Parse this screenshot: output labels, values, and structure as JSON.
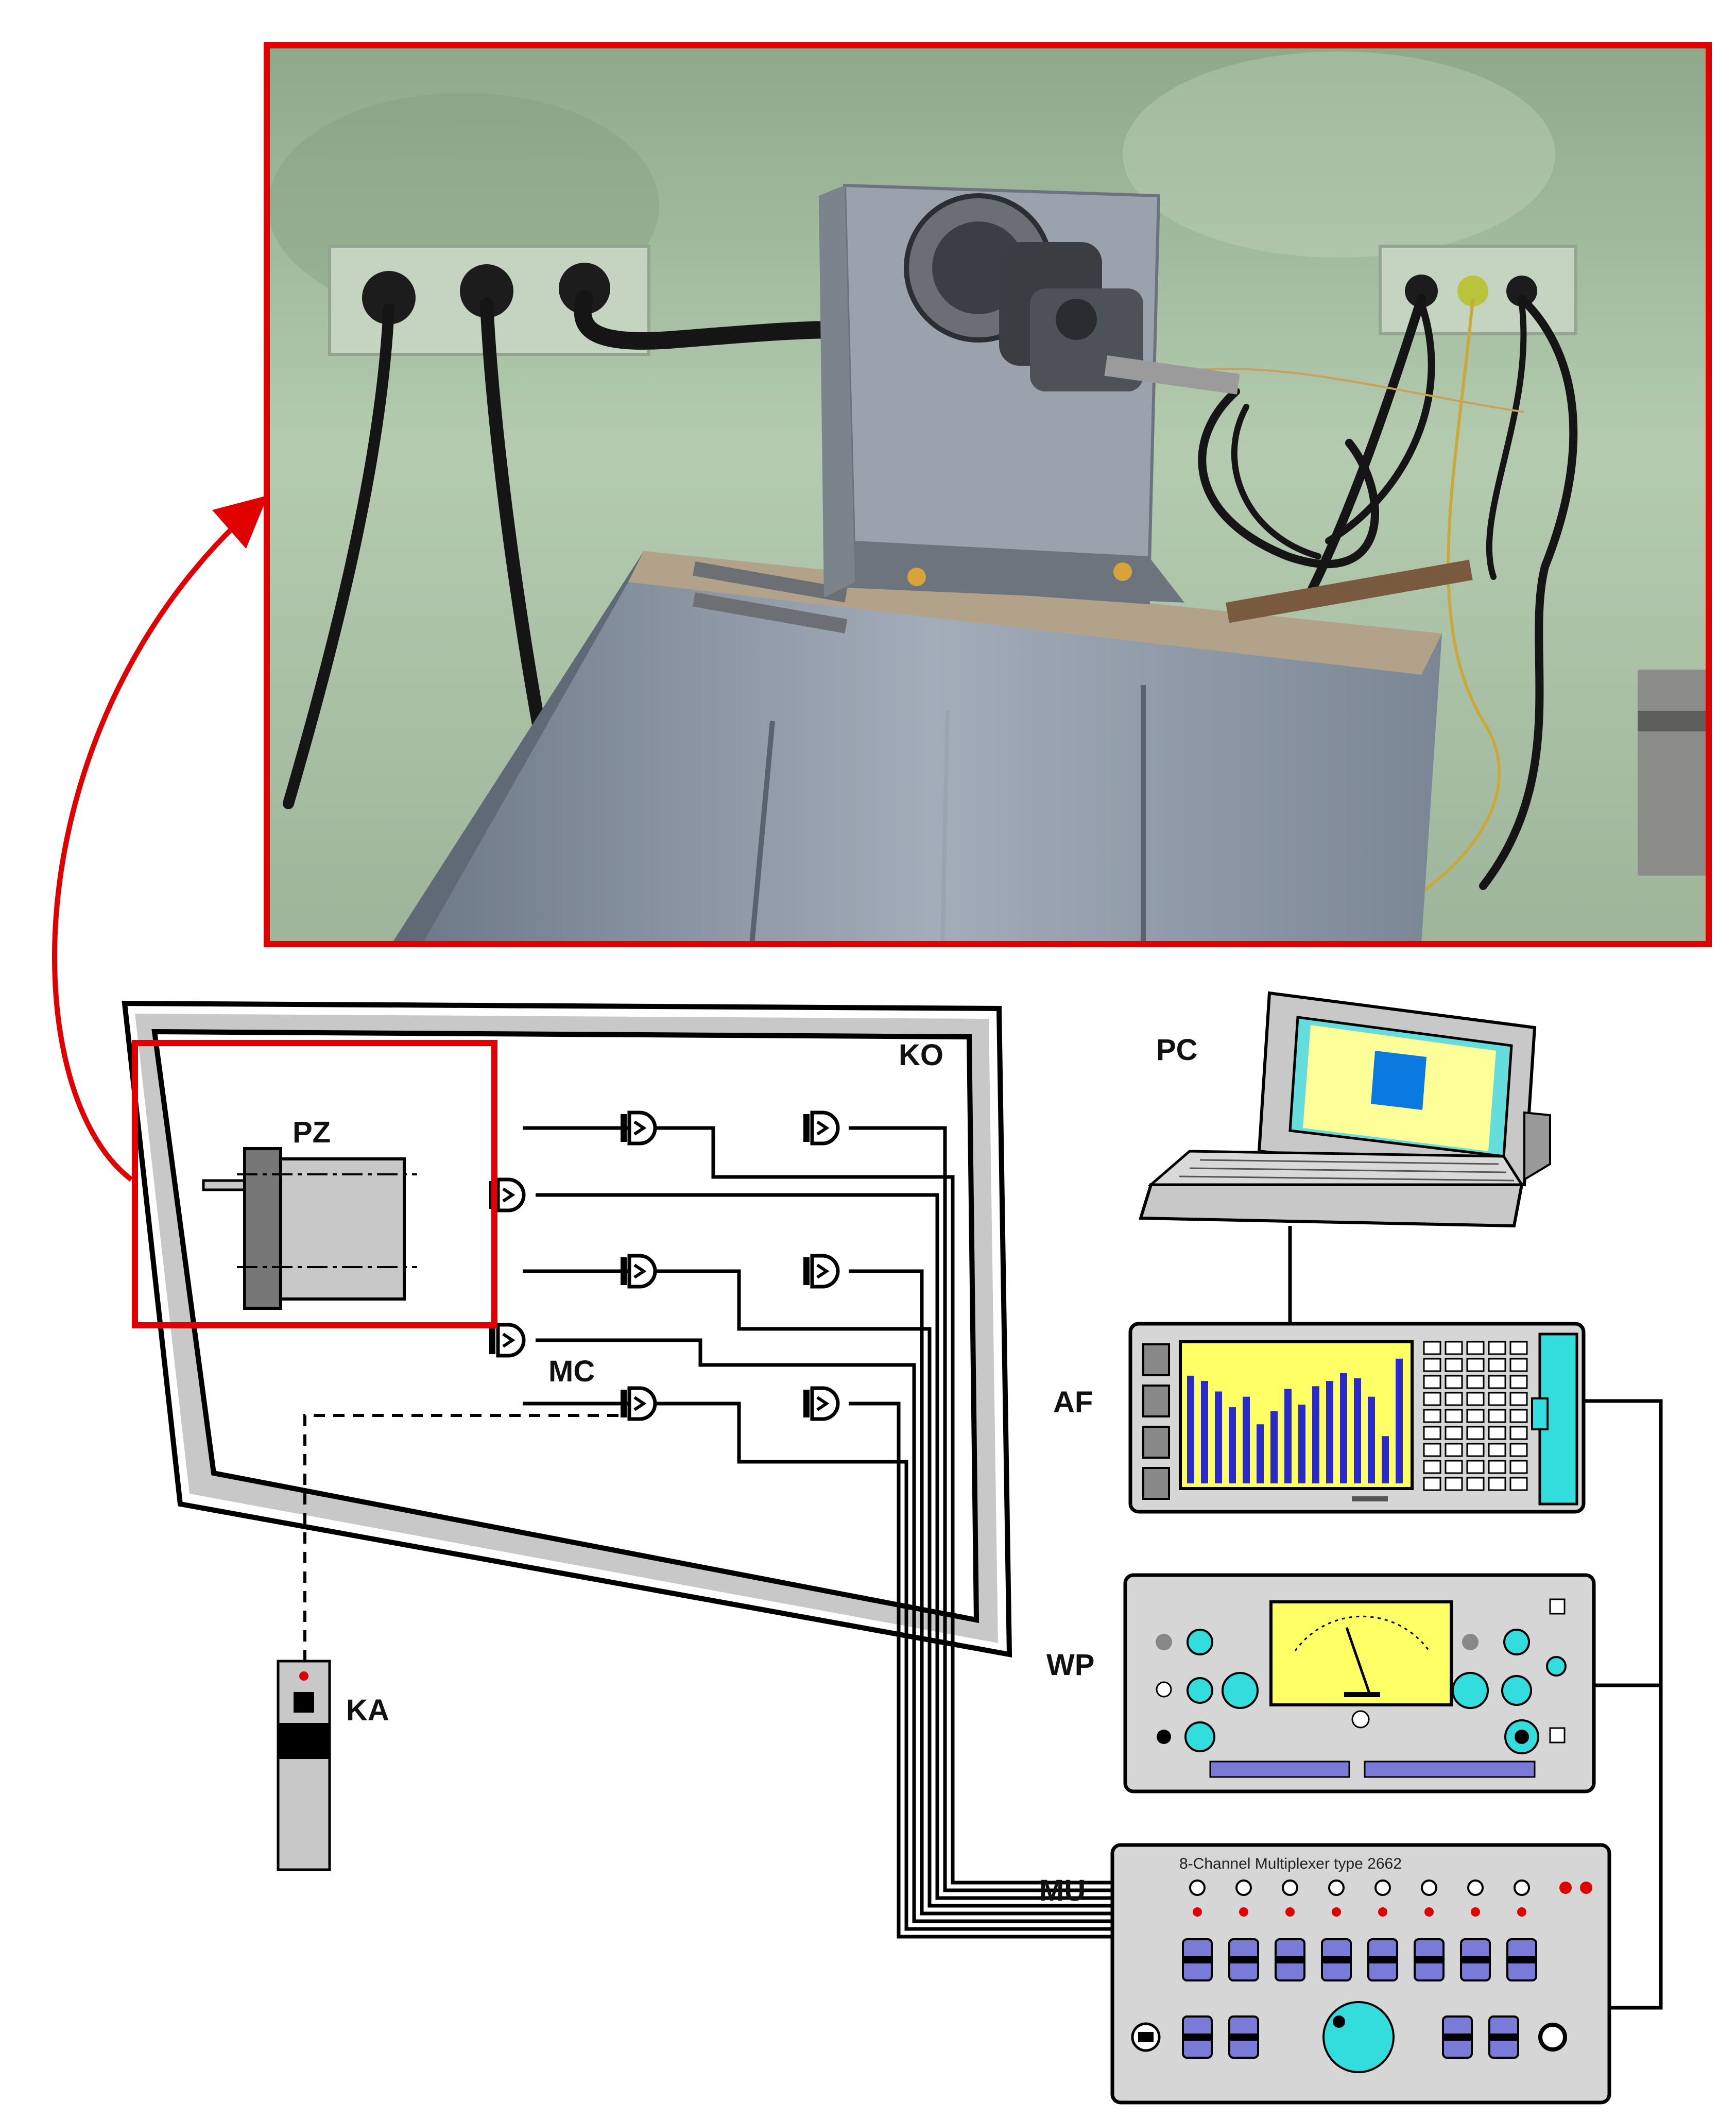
{
  "labels": {
    "ko": "KO",
    "pz": "PZ",
    "mc": "MC",
    "ka": "KA",
    "pc": "PC",
    "af": "AF",
    "wp": "WP",
    "mu": "MU",
    "mu_panel_title": "8-Channel Multiplexer  type 2662"
  },
  "colors": {
    "highlight_red": "#e00000",
    "frame_gray": "#c8c8c8",
    "device_gray": "#d2d2d2",
    "screen_yellow": "#ffff66",
    "bar_blue": "#2a2acc",
    "accent_cyan": "#33dddd",
    "button_blue": "#7a7ad8",
    "wall_green": "#a9c2a6",
    "steel_gray": "#8f9aa8"
  },
  "af_bars": [
    0.82,
    0.78,
    0.7,
    0.58,
    0.66,
    0.45,
    0.55,
    0.72,
    0.6,
    0.74,
    0.78,
    0.84,
    0.8,
    0.66,
    0.36,
    0.95
  ]
}
